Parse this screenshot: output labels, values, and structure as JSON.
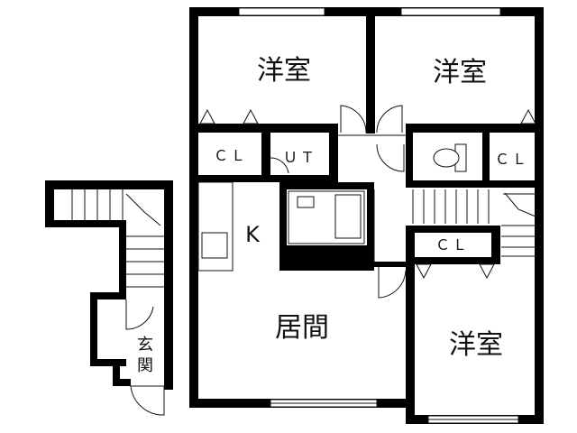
{
  "floorplan": {
    "rooms": {
      "western_room_top_left": "洋室",
      "western_room_top_right": "洋室",
      "western_room_bottom_right": "洋室",
      "living_room": "居間",
      "kitchen": "K",
      "utility": "ＵＴ",
      "closet_left": "ＣＬ",
      "closet_right": "ＣＬ",
      "closet_middle": "ＣＬ",
      "entrance_top": "玄",
      "entrance_bottom": "関"
    },
    "colors": {
      "wall": "#000000",
      "line": "#111111",
      "background": "#ffffff"
    }
  }
}
